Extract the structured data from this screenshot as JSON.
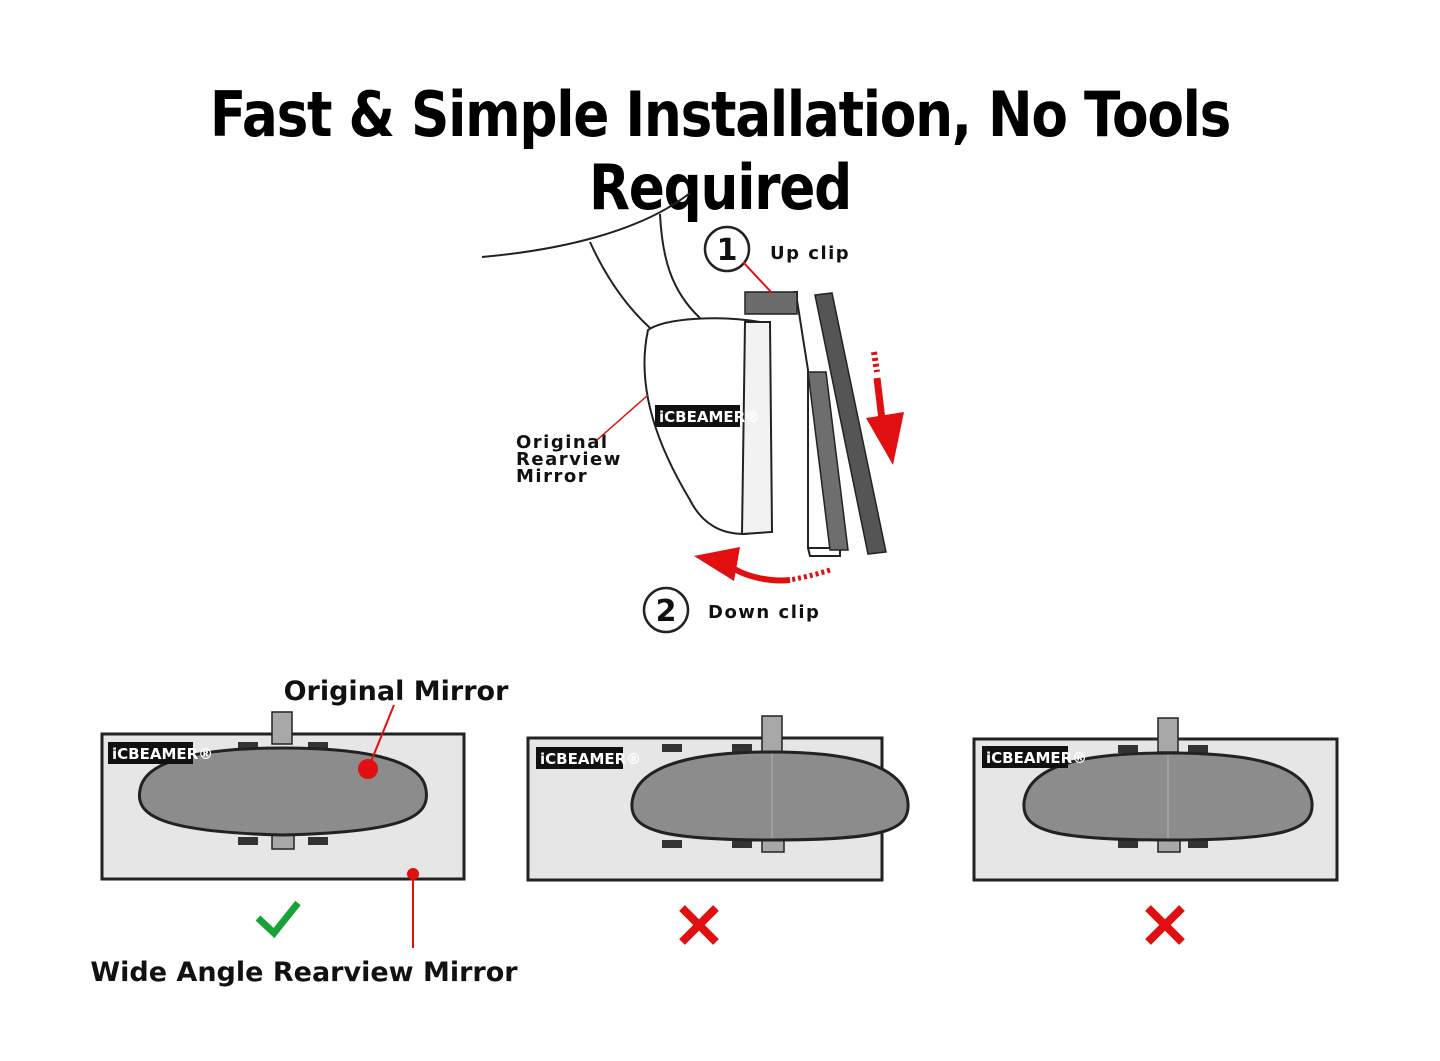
{
  "title": "Fast & Simple Installation, No Tools Required",
  "brand_logo": "iCBEAMER®",
  "install": {
    "step1_number": "1",
    "step1_label": "Up clip",
    "step2_number": "2",
    "step2_label": "Down clip",
    "mirror_label_line1": "Original",
    "mirror_label_line2": "Rearview",
    "mirror_label_line3": "Mirror"
  },
  "fit_examples": {
    "original_mirror_label": "Original Mirror",
    "wide_angle_label": "Wide Angle Rearview Mirror",
    "correct_icon": "check-icon",
    "incorrect_icon": "x-icon"
  },
  "colors": {
    "accent_red": "#e10f0f",
    "check_green": "#16a234",
    "mirror_gray": "#8c8c8c",
    "panel_gray": "#e6e6e6"
  }
}
